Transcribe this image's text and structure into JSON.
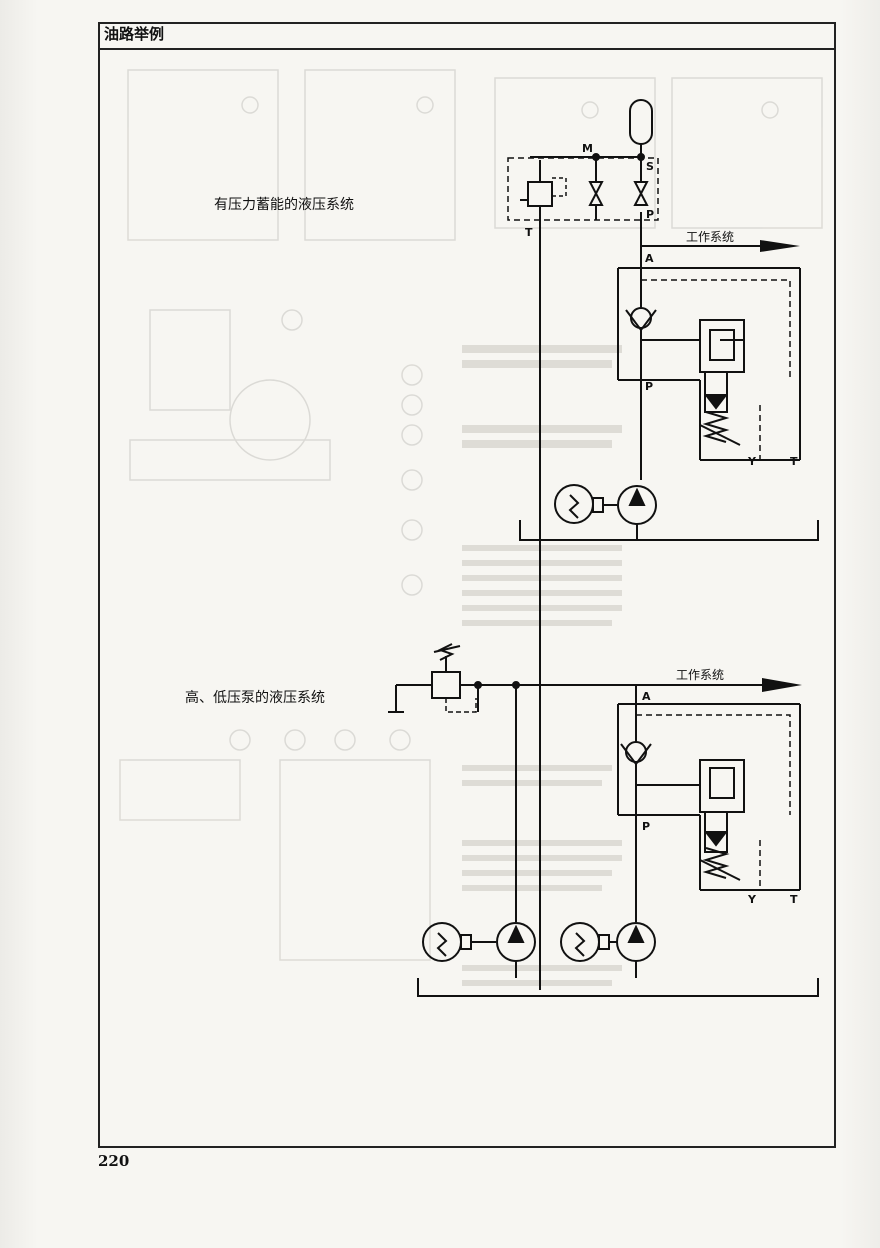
{
  "header": {
    "title": "油路举例"
  },
  "captions": {
    "accumulator_system": "有压力蓄能的液压系统",
    "hl_pump_system": "高、低压泵的液压系统"
  },
  "diagram1": {
    "m": "M",
    "s": "S",
    "p_top": "P",
    "t_top": "T",
    "work_system": "工作系统",
    "a": "A",
    "p": "P",
    "y": "Y",
    "t": "T"
  },
  "diagram2": {
    "work_system": "工作系统",
    "a": "A",
    "p": "P",
    "y": "Y",
    "t": "T"
  },
  "footer": {
    "page_number": "220"
  }
}
